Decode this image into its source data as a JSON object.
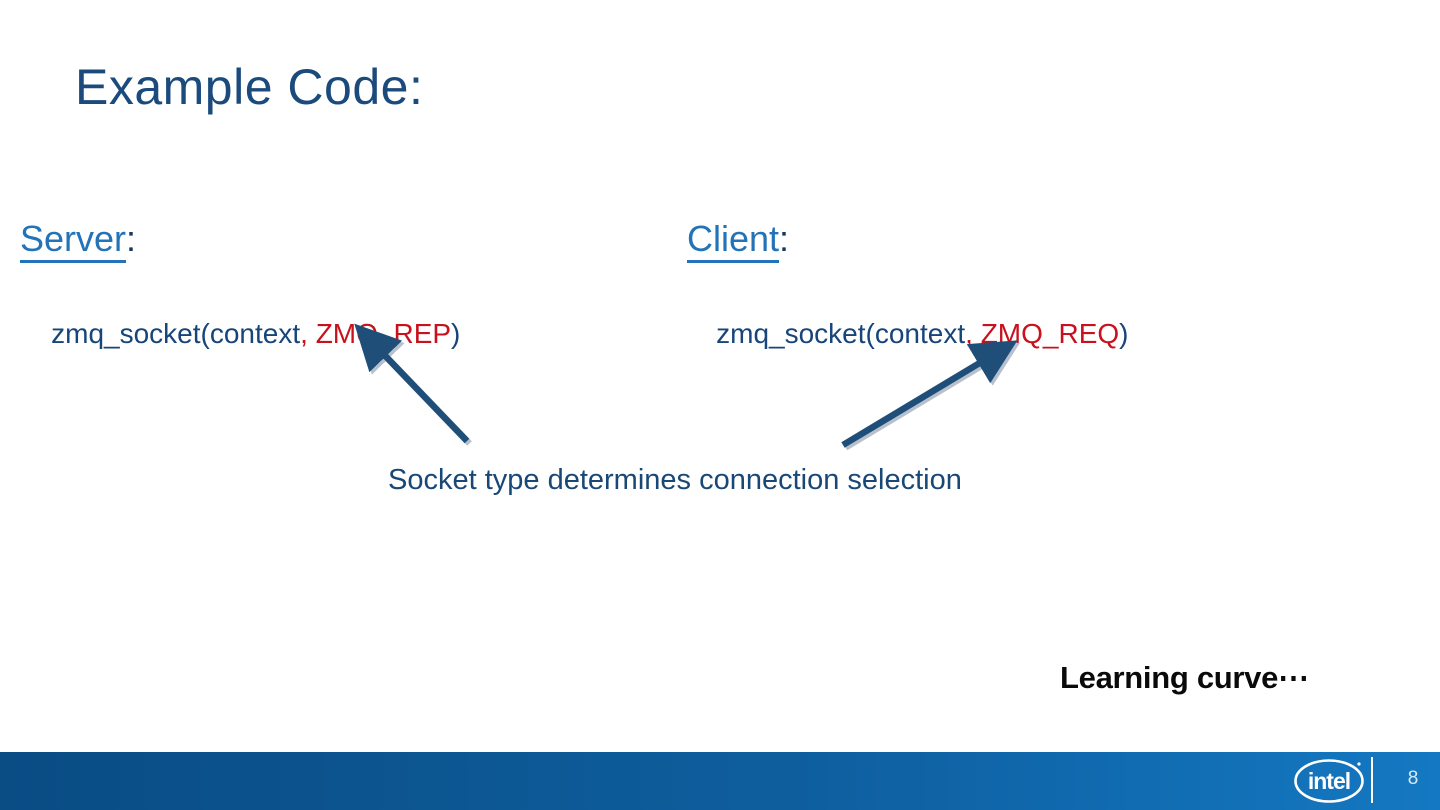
{
  "slide": {
    "title": "Example Code:",
    "server": {
      "label": "Server",
      "colon": ":",
      "code": {
        "pre": "zmq_socket(context",
        "comma": ", ",
        "arg": "ZMQ_REP",
        "close": ")"
      }
    },
    "client": {
      "label": "Client",
      "colon": ":",
      "code": {
        "pre": "zmq_socket(context",
        "comma": ", ",
        "arg": "ZMQ_REQ",
        "close": ")"
      }
    },
    "caption": "Socket type determines connection selection",
    "note": "Learning curve⋯",
    "footer": {
      "page_number": "8",
      "logo_text": "intel"
    },
    "colors": {
      "title_navy": "#1B4A7D",
      "code_navy": "#17457A",
      "link_blue": "#2273B7",
      "code_red": "#C9111E",
      "arrow_navy": "#1F4E79",
      "bar_left": "#0A4C84",
      "bar_right": "#1478C2"
    }
  }
}
